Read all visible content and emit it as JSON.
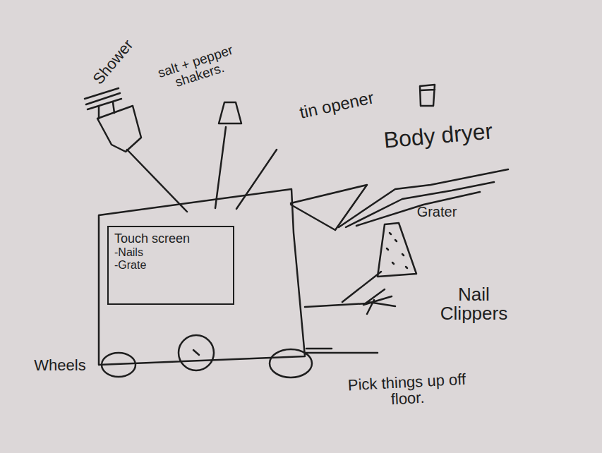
{
  "diagram": {
    "nodes": [
      {
        "text": [
          "Touch screen",
          "-Nails",
          "-Grate"
        ]
      }
    ],
    "labels": [
      "Shower",
      "salt + pepper shakers.",
      "tin opener",
      "Body dryer",
      "Grater",
      "Nail Clippers",
      "Wheels",
      "Pick things up off floor."
    ]
  }
}
